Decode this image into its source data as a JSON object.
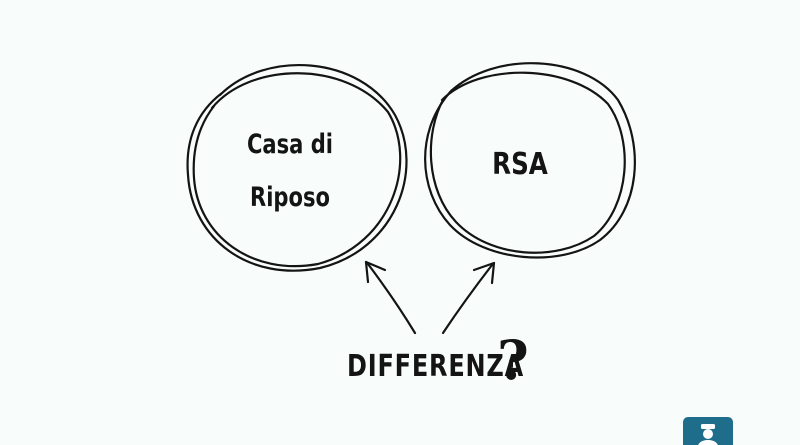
{
  "diagram": {
    "nodes": [
      {
        "id": "casa-di-riposo",
        "lines": [
          "Casa di",
          "Riposo"
        ]
      },
      {
        "id": "rsa",
        "lines": [
          "RSA"
        ]
      }
    ],
    "question": {
      "word": "DIFFERENZA",
      "mark": "?"
    },
    "edges": [
      {
        "from": "differenza",
        "to": "casa-di-riposo"
      },
      {
        "from": "differenza",
        "to": "rsa"
      }
    ]
  },
  "logo": {
    "icon": "doctor-icon",
    "color": "#1d6d8b"
  }
}
